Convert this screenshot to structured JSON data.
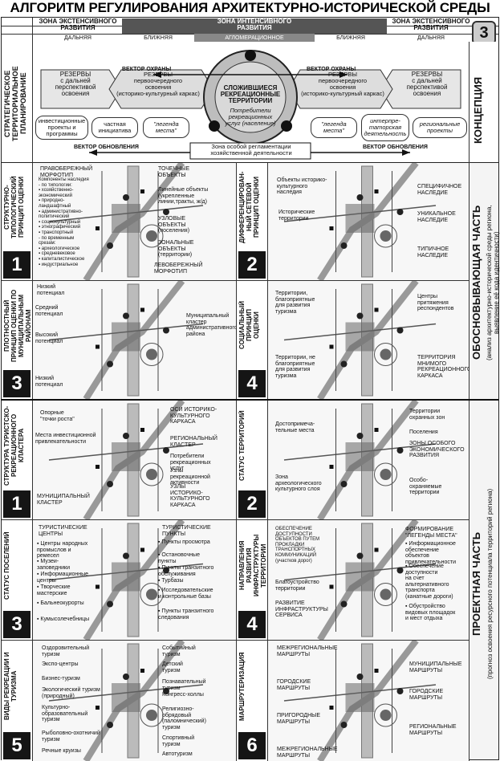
{
  "title": "АЛГОРИТМ РЕГУЛИРОВАНИЯ АРХИТЕКТУРНО-ИСТОРИЧЕСКОЙ СРЕДЫ РЕГИОНА",
  "header": {
    "zones": [
      {
        "name": "ЗОНА ЭКСТЕНСИВНОГО\nРАЗВИТИЯ",
        "sub": "ДАЛЬНЯЯ\nПЕРИФЕРИЯ"
      },
      {
        "name": "ЗОНА ИНТЕНСИВНОГО\nРАЗВИТИЯ",
        "subs": [
          "БЛИЖНЯЯ\nПЕРИФЕРИЯ",
          "АГЛОМЕРАЦИОННОЕ\nЯДРО РЕГИОНА",
          "БЛИЖНЯЯ\nПЕРИФЕРИЯ"
        ]
      },
      {
        "name": "ЗОНА ЭКСТЕНСИВНОГО\nРАЗВИТИЯ",
        "sub": "ДАЛЬНЯЯ\nПЕРИФЕРИЯ"
      }
    ],
    "badge": "3"
  },
  "concept": {
    "left_title": "СТРАТЕГИЧЕСКОЕ\nТЕРРИТОРИАЛЬНОЕ\nПЛАНИРОВАНИЕ",
    "right_title": "КОНЦЕПЦИЯ",
    "vector_protect_left": "ВЕКТОР ОХРАНЫ",
    "vector_protect_right": "ВЕКТОР ОХРАНЫ",
    "vector_update_left": "ВЕКТОР ОБНОВЛЕНИЯ",
    "vector_update_right": "ВЕКТОР ОБНОВЛЕНИЯ",
    "reserves_far_left": "РЕЗЕРВЫ\nс дальней\nперспективой\nосвоения",
    "reserves_first_left": "РЕЗЕРВЫ\nпервоочередного\nосвоения\n(историко-культурный каркас)",
    "reserves_first_right": "РЕЗЕРВЫ\nпервоочередного\nосвоения\n(историко-культурный каркас)",
    "reserves_far_right": "РЕЗЕРВЫ\nс дальней\nперспективой\nосвоения",
    "core_title": "СЛОЖИВШИЕСЯ\nРЕКРЕАЦИОННЫЕ\nТЕРРИТОРИИ",
    "core_sub": "Потребители\nрекреационных\nуслуг (население)",
    "special_zone": "Зона особой регламентации\nхозяйственной деятельности",
    "pills": [
      "инвестиционные\nпроекты и\nпрограммы",
      "частная\nинициатива",
      "\"легенда\nместа\"",
      "\"легенда\nместа\"",
      "интерпре-\nтаторская\nдеятельность",
      "региональные\nпроекты"
    ]
  },
  "sections": {
    "justification": "ОБОСНОВЫВАЮЩАЯ ЧАСТЬ",
    "justification_sub": "(анализ архитектурно-исторической среды региона,\nвыявление её кода идентичности)",
    "project": "ПРОЕКТНАЯ ЧАСТЬ",
    "project_sub": "(прогноз освоения ресурсного потенциала территорий региона)"
  },
  "panels": [
    {
      "num": "1",
      "title": "СТРУКТУРНО-\nТИПОЛОГИЧЕСКИЙ\nПРИНЦИП ОЦЕНКИ",
      "labels": [
        "ПРАВОБЕРЕЖНЫЙ\nМОРФОТИП",
        "Компоненты наследия\n- по типологии:\n▪ хозяйственно-\n  экономический\n▪ природно-\n  ландшафтный\n▪ административно-\n  политический\n▪ социокультурный\n▪ этнографический\n▪ транспортный\n- по временным\n  срезам:\n▪ археологическое\n▪ средневековое\n▪ капиталистическое\n▪ индустриальное",
        "ТОЧЕЧНЫЕ\nОБЪЕКТЫ",
        "Линейные объекты\n(укрепленные\nлинии,тракты, ж/д)",
        "УЗЛОВЫЕ\nОБЪЕКТЫ\n(поселения)",
        "ЗОНАЛЬНЫЕ\nОБЪЕКТЫ\n(территории)",
        "ЛЕВОБЕРЕЖНЫЙ\nМОРФОТИП"
      ]
    },
    {
      "num": "2",
      "title": "ДИФФЕРЕНЦИРОВАН-\nНЫЙ СЕТЕВОЙ\nПРИНЦИП ОЦЕНКИ",
      "labels": [
        "Объекты историко-\nкультурного\nнаследия",
        "СПЕЦИФИЧНОЕ\nНАСЛЕДИЕ",
        "Исторические\nтерритории",
        "УНИКАЛЬНОЕ\nНАСЛЕДИЕ",
        "ТИПИЧНОЕ\nНАСЛЕДИЕ"
      ]
    },
    {
      "num": "3",
      "title": "ПЛОТНОСТНЫЙ\nПРИНЦИП ОЦЕНКИ ПО\nМУНИЦИПАЛЬНЫМ\nРАЙОНАМ",
      "labels": [
        "Низкий\nпотенциал",
        "Средний\nпотенциал",
        "Высокий\nпотенциал",
        "Низкий\nпотенциал",
        "Муниципальный кластер\nадминистративного района"
      ]
    },
    {
      "num": "4",
      "title": "СОЦИАЛЬНЫЙ\nПРИНЦИП\nОЦЕНКИ",
      "labels": [
        "Территории,\nблагоприятные\nдля развития\nтуризма",
        "Центры\nпритяжения\nреспондентов",
        "Территории, не\nблагоприятные\nдля развития\nтуризма",
        "ТЕРРИТОРИЯ\nМНИМОГО\nРЕКРЕАЦИОННОГО\nКАРКАСА"
      ]
    },
    {
      "num": "1",
      "title": "СТРУКТУРА ТУРИСТСКО-\nРЕКРЕАЦИОННОГО\nКЛАСТЕРА",
      "labels": [
        "Опорные\n\"точки роста\"",
        "Места инвестиционной\nпривлекательности",
        "ОСИ ИСТОРИКО-\nКУЛЬТУРНОГО\nКАРКАСА",
        "РЕГИОНАЛЬНЫЙ\nКЛАСТЕР",
        "Потребители\nрекреационных\nуслуг",
        "Узлы\nрекреационной\nактивности",
        "МУНИЦИПАЛЬНЫЙ\nКЛАСТЕР",
        "УЗЛЫ\nИСТОРИКО-\nКУЛЬТУРНОГО\nКАРКАСА"
      ]
    },
    {
      "num": "2",
      "title": "СТАТУС ТЕРРИТОРИЙ",
      "labels": [
        "Территории\nохранных зон",
        "Достопримеча-\nтельные места",
        "Поселения",
        "ЗОНЫ ОСОБОГО\nЭКОНОМИЧЕСКОГО\nРАЗВИТИЯ",
        "Зона\nархеологического\nкультурного слоя",
        "Особо-\nохраняемые\nтерритории"
      ]
    },
    {
      "num": "3",
      "title": "СТАТУС ПОСЕЛЕНИЙ",
      "labels": [
        "ТУРИСТИЧЕСКИЕ\nЦЕНТРЫ",
        "▪ Центры народных\n  промыслов и\n  ремесел",
        "▪ Музеи-\n  заповедники",
        "▪ Информационные\n  центры",
        "▪ Творческие\n  мастерские",
        "▪ Бальнеокурорты",
        "▪ Кумысолечебницы",
        "ТУРИСТИЧЕСКИЕ\nПУНКТЫ",
        "▪ Пункты просмотра",
        "▪ Остановочные\n  пункты",
        "▪ Пункты транзитного\n  обслуживания",
        "▪ Турбазы",
        "▪ Исследовательские\n  и контрольные базы",
        "▪ Пункты транзитного\n  следования"
      ]
    },
    {
      "num": "4",
      "title": "НАПРАВЛЕНИЯ\nРАЗВИТИЯ\nИНФРАСТРУКТУРЫ\nТЕРРИТОРИИ",
      "labels": [
        "ОБЕСПЕЧЕНИЕ\nДОСТУПНОСТИ\nОБЪЕКТОВ ПУТЕМ\nПРОКЛАДКИ\nТРАНСПОРТНЫХ\nКОММУНИКАЦИЙ\n(участков дорог)",
        "ФОРМИРОВАНИЕ\n\"ЛЕГЕНДЫ МЕСТА\"",
        "▪ Информационное\n  обеспечение\n  объектов\n  привлекательности",
        "▪ Обеспечение\n  доступности\n  на счет\n  альтернативного\n  транспорта\n  (канатные дороги)",
        "Благоустройство\nтерритории",
        "▪ Обустройство\n  видовых площадок\n  и мест отдыха",
        "РАЗВИТИЕ\nИНФРАСТРУКТУРЫ\nСЕРВИСА"
      ]
    },
    {
      "num": "5",
      "title": "ВИДЫ РЕКРЕАЦИИ И\nТУРИЗМА",
      "labels": [
        "Оздоровительный\nтуризм",
        "Экспо-центры",
        "Бизнес-туризм",
        "Экологический туризм\n(природный)",
        "Культурно-\nобразовательный\nтуризм",
        "Рыболовно-охотничий\nтуризм",
        "Речные круизы",
        "Событийный\nтуризм",
        "Детский\nтуризм",
        "Познавательный\nтуризм",
        "Конгресс-холлы",
        "Религиозно-\nобрядовый\n(паломнический)\nтуризм",
        "Спортивный\nтуризм",
        "Автотуризм"
      ]
    },
    {
      "num": "6",
      "title": "МАРШРУТЕРИЗАЦИЯ",
      "labels": [
        "МЕЖРЕГИОНАЛЬНЫЕ\nМАРШРУТЫ",
        "МУНИЦИПАЛЬНЫЕ\nМАРШРУТЫ",
        "ГОРОДСКИЕ\nМАРШРУТЫ",
        "ГОРОДСКИЕ\nМАРШРУТЫ",
        "ПРИГОРОДНЫЕ\nМАРШРУТЫ",
        "РЕГИОНАЛЬНЫЕ\nМАРШРУТЫ",
        "МЕЖРЕГИОНАЛЬНЫЕ\nМАРШРУТЫ"
      ]
    }
  ]
}
